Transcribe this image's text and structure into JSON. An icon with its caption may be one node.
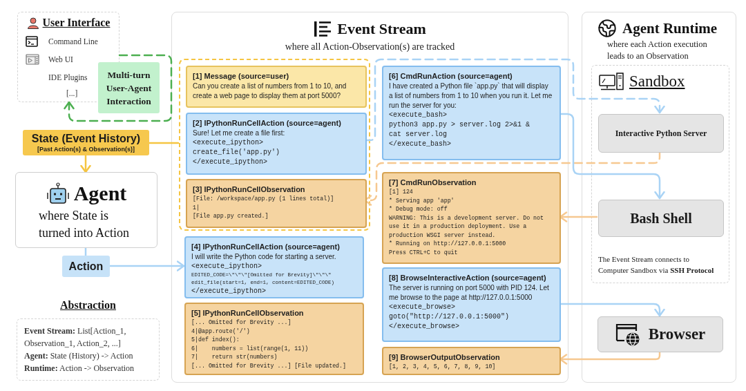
{
  "diagram": {
    "nodes": [
      {
        "text": [
          "User Interface",
          "Command Line",
          "Web UI",
          "IDE Plugins",
          "[...]"
        ]
      },
      {
        "text": [
          "State (Event History)",
          "[Past Action(s) & Observation(s)]"
        ]
      },
      {
        "text": [
          "Agent",
          "where State is turned into Action"
        ]
      },
      {
        "text": [
          "Action"
        ]
      },
      {
        "text": [
          "Abstraction",
          "**Event Stream:** List[Action_1, Observation_1, Action_2, ...]",
          "**Agent:** State (History) -> Action",
          "**Runtime:** Action -> Observation"
        ]
      },
      {
        "text": [
          "Event Stream",
          "where all Action-Observation(s) are tracked"
        ]
      },
      {
        "text": [],
        "shape": "box",
        "in": 5
      },
      {
        "text": [
          "[1] Message (source=user)",
          "Can you create a list of numbers from 1 to 10, and create a web page to display them at port 5000?"
        ],
        "in": 6
      },
      {
        "text": [
          "[2] IPythonRunCellAction (source=agent)",
          "Sure! Let me create a file first:",
          "<execute_ipython>",
          "create_file('app.py')",
          "</execute_ipython>"
        ],
        "in": 6
      },
      {
        "text": [
          "[3] IPythonRunCellObservation",
          "[File: /workspace/app.py (1 lines total)]",
          "1|",
          "[File app.py created.]"
        ],
        "in": 6
      },
      {
        "text": [
          "[4] IPythonRunCellAction (source=agent)",
          "I will write the Python code for starting a server.",
          "<execute_ipython>",
          "EDITED_CODE=\\\"\\\"\\\"[Omitted for Brevity]\\\"\\\"\\\"",
          "edit_file(start=1, end=1, content=EDITED_CODE)",
          "</execute_ipython>"
        ],
        "in": 5
      },
      {
        "text": [
          "[5] IPythonRunCellObservation",
          "[... Omitted for Brevity ...]",
          "4|@app.route('/')",
          "5|def index():",
          "6|    numbers = list(range(1, 11))",
          "7|    return str(numbers)",
          "[... Omitted for Brevity ...] [File updated.]"
        ],
        "in": 5
      },
      {
        "text": [
          "[6] CmdRunAction (source=agent)",
          "I have created a Python file `app.py` that will display a list of numbers from 1 to 10 when you run it. Let me run the server for you:",
          "<execute_bash>",
          "python3 app.py > server.log 2>&1 &",
          "cat server.log",
          "</execute_bash>"
        ],
        "in": 5
      },
      {
        "text": [
          "[7] CmdRunObservation",
          "[1] 124",
          "* Serving app 'app'",
          "* Debug mode: off",
          "WARNING: This is a development server. Do not use it in a production deployment. Use a production WSGI server instead.",
          "* Running on http://127.0.0.1:5000",
          "Press CTRL+C to quit"
        ],
        "in": 5
      },
      {
        "text": [
          "[8] BrowseInteractiveAction (source=agent)",
          "The server is running on port 5000 with PID 124. Let me browse to the page at http://127.0.0.1:5000",
          "<execute_browse>",
          "goto(\"http://127.0.0.1:5000\")",
          "</execute_browse>"
        ],
        "in": 5
      },
      {
        "text": [
          "[9] BrowserOutputObservation",
          "[1, 2, 3, 4, 5, 6, 7, 8, 9, 10]"
        ],
        "in": 5
      },
      {
        "text": [
          "Agent Runtime",
          "where each Action execution leads to an Observation"
        ]
      },
      {
        "text": [
          "Sandbox",
          "The Event Stream connects to Computer Sandbox via **SSH Protocol**"
        ],
        "in": 16
      },
      {
        "text": [
          "Interactive Python Server"
        ],
        "in": 17
      },
      {
        "text": [
          "Bash Shell"
        ],
        "in": 17
      },
      {
        "text": [
          "Browser"
        ],
        "in": 16
      }
    ],
    "edges": [
      {
        "from": 0,
        "to": 0,
        "arrow": "to",
        "label": "Multi-turn User-Agent Interaction",
        "style": "dashed",
        "color": "#4caf50"
      },
      {
        "from": 6,
        "to": 1,
        "arrow": "none",
        "color": "#f5c542"
      },
      {
        "from": 1,
        "to": 2,
        "arrow": "to",
        "color": "#f5c542"
      },
      {
        "from": 2,
        "to": 3,
        "arrow": "none"
      },
      {
        "from": 3,
        "to": 10,
        "arrow": "to"
      },
      {
        "from": 8,
        "to": 18,
        "arrow": "to",
        "style": "dashed"
      },
      {
        "from": 18,
        "to": 9,
        "arrow": "to",
        "style": "dashed",
        "color": "#f6c890"
      },
      {
        "from": 12,
        "to": 19,
        "arrow": "to"
      },
      {
        "from": 19,
        "to": 13,
        "arrow": "to",
        "color": "#f6c890"
      },
      {
        "from": 14,
        "to": 20,
        "arrow": "to"
      },
      {
        "from": 20,
        "to": 15,
        "arrow": "to",
        "color": "#f6c890"
      }
    ]
  }
}
